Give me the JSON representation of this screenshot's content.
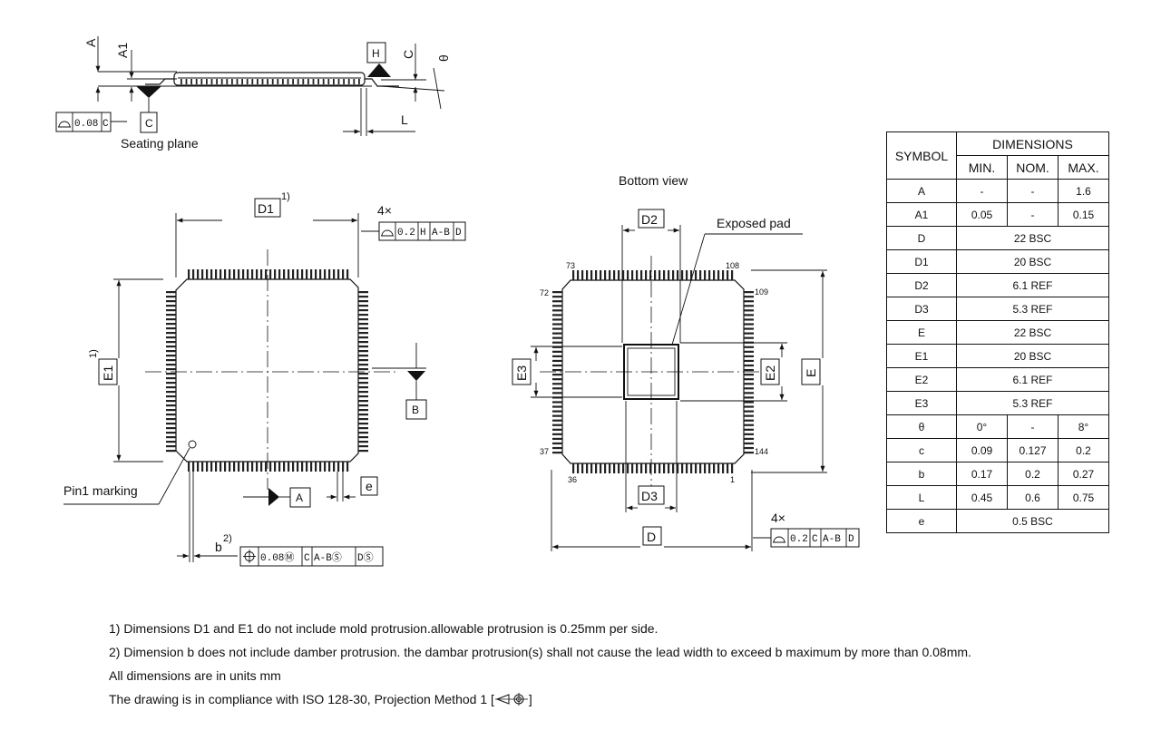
{
  "side_view": {
    "dim_A": "A",
    "dim_A1": "A1",
    "dim_C": "C",
    "dim_L": "L",
    "dim_theta": "θ",
    "datum_H": "H",
    "datum_C": "C",
    "flatness_tol": "0.08",
    "flatness_ref": "C",
    "seating_plane": "Seating plane"
  },
  "top_view": {
    "dim_D1": "D1",
    "dim_E1": "E1",
    "footnote_1": "1)",
    "footnote_2": "2)",
    "datum_B": "B",
    "datum_A": "A",
    "dim_e": "e",
    "dim_b": "b",
    "pin1_marking": "Pin1 marking",
    "qty": "4×",
    "profile_tol": "0.2",
    "profile_ref1": "H",
    "profile_ref2": "A-B",
    "profile_ref3": "D",
    "position_tol": "0.08Ⓜ",
    "position_ref1": "C",
    "position_ref2": "A-BⓈ",
    "position_ref3": "DⓈ"
  },
  "bottom_view": {
    "title": "Bottom view",
    "exposed_pad": "Exposed pad",
    "dim_D2": "D2",
    "dim_D3": "D3",
    "dim_E2": "E2",
    "dim_E3": "E3",
    "dim_D": "D",
    "dim_E": "E",
    "pin_73": "73",
    "pin_108": "108",
    "pin_72": "72",
    "pin_109": "109",
    "pin_37": "37",
    "pin_144": "144",
    "pin_36": "36",
    "pin_1": "1",
    "qty": "4×",
    "profile_tol": "0.2",
    "profile_ref1": "C",
    "profile_ref2": "A-B",
    "profile_ref3": "D"
  },
  "table": {
    "h_symbol": "SYMBOL",
    "h_dimensions": "DIMENSIONS",
    "h_min": "MIN.",
    "h_nom": "NOM.",
    "h_max": "MAX.",
    "rows": [
      {
        "sym": "A",
        "min": "-",
        "nom": "-",
        "max": "1.6"
      },
      {
        "sym": "A1",
        "min": "0.05",
        "nom": "-",
        "max": "0.15"
      },
      {
        "sym": "D",
        "span": "22 BSC"
      },
      {
        "sym": "D1",
        "span": "20 BSC"
      },
      {
        "sym": "D2",
        "span": "6.1 REF"
      },
      {
        "sym": "D3",
        "span": "5.3 REF"
      },
      {
        "sym": "E",
        "span": "22 BSC"
      },
      {
        "sym": "E1",
        "span": "20 BSC"
      },
      {
        "sym": "E2",
        "span": "6.1 REF"
      },
      {
        "sym": "E3",
        "span": "5.3 REF"
      },
      {
        "sym": "θ",
        "min": "0°",
        "nom": "-",
        "max": "8°"
      },
      {
        "sym": "c",
        "min": "0.09",
        "nom": "0.127",
        "max": "0.2"
      },
      {
        "sym": "b",
        "min": "0.17",
        "nom": "0.2",
        "max": "0.27"
      },
      {
        "sym": "L",
        "min": "0.45",
        "nom": "0.6",
        "max": "0.75"
      },
      {
        "sym": "e",
        "span": "0.5 BSC"
      }
    ]
  },
  "notes": {
    "n1": "1) Dimensions D1 and E1 do not include mold protrusion.allowable protrusion is 0.25mm per side.",
    "n2": "2) Dimension b does not include damber protrusion. the dambar  protrusion(s) shall not cause the lead width to exceed b maximum by more than 0.08mm.",
    "n3": "All dimensions are in units mm",
    "n4_prefix": "The drawing is in compliance with ISO 128-30, Projection Method 1 [",
    "n4_suffix": "]"
  }
}
